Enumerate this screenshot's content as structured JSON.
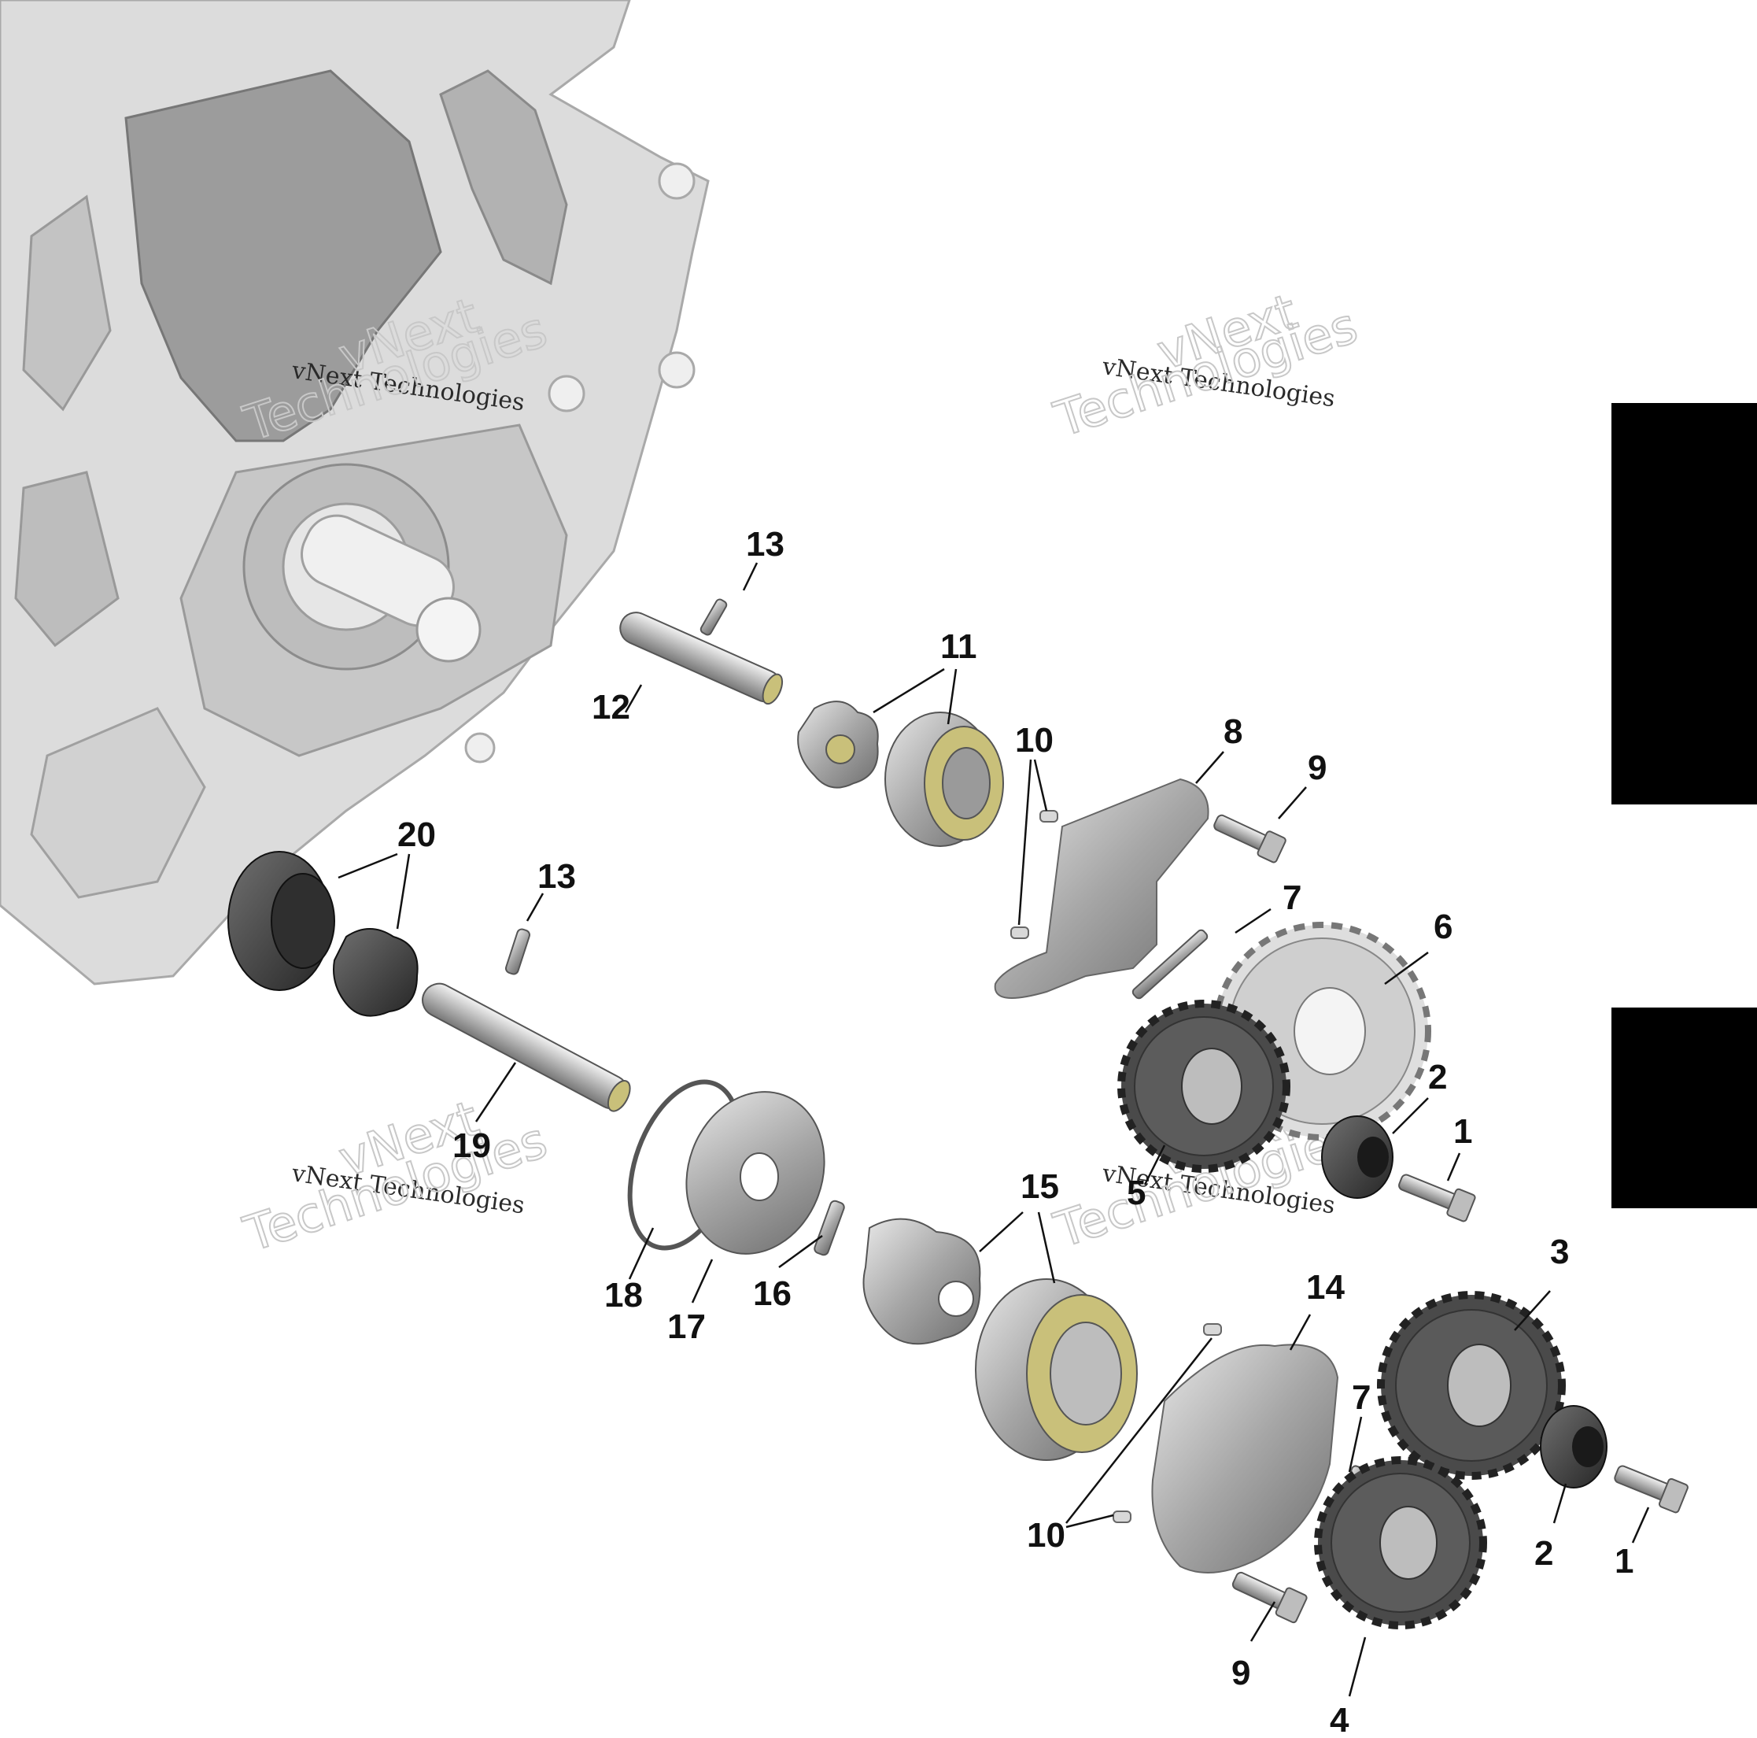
{
  "diagram": {
    "type": "exploded-parts-view",
    "callouts": [
      {
        "id": "c1a",
        "label": "1"
      },
      {
        "id": "c1b",
        "label": "1"
      },
      {
        "id": "c2a",
        "label": "2"
      },
      {
        "id": "c2b",
        "label": "2"
      },
      {
        "id": "c3",
        "label": "3"
      },
      {
        "id": "c4",
        "label": "4"
      },
      {
        "id": "c5",
        "label": "5"
      },
      {
        "id": "c6",
        "label": "6"
      },
      {
        "id": "c7a",
        "label": "7"
      },
      {
        "id": "c7b",
        "label": "7"
      },
      {
        "id": "c8",
        "label": "8"
      },
      {
        "id": "c9a",
        "label": "9"
      },
      {
        "id": "c9b",
        "label": "9"
      },
      {
        "id": "c10a",
        "label": "10"
      },
      {
        "id": "c10b",
        "label": "10"
      },
      {
        "id": "c11",
        "label": "11"
      },
      {
        "id": "c12",
        "label": "12"
      },
      {
        "id": "c13a",
        "label": "13"
      },
      {
        "id": "c13b",
        "label": "13"
      },
      {
        "id": "c14",
        "label": "14"
      },
      {
        "id": "c15",
        "label": "15"
      },
      {
        "id": "c16",
        "label": "16"
      },
      {
        "id": "c17",
        "label": "17"
      },
      {
        "id": "c18",
        "label": "18"
      },
      {
        "id": "c19",
        "label": "19"
      },
      {
        "id": "c20",
        "label": "20"
      }
    ]
  },
  "watermark": {
    "line1": "vNext Technologies",
    "line2": "vNext",
    "line3": "Technologies"
  },
  "colors": {
    "callout_text": "#111111",
    "housing": "#d9d9d9",
    "part_gray": "#9a9a9a",
    "part_dark": "#3c3c3c",
    "rotor_face": "#c9c07a",
    "side_tab": "#000000"
  }
}
